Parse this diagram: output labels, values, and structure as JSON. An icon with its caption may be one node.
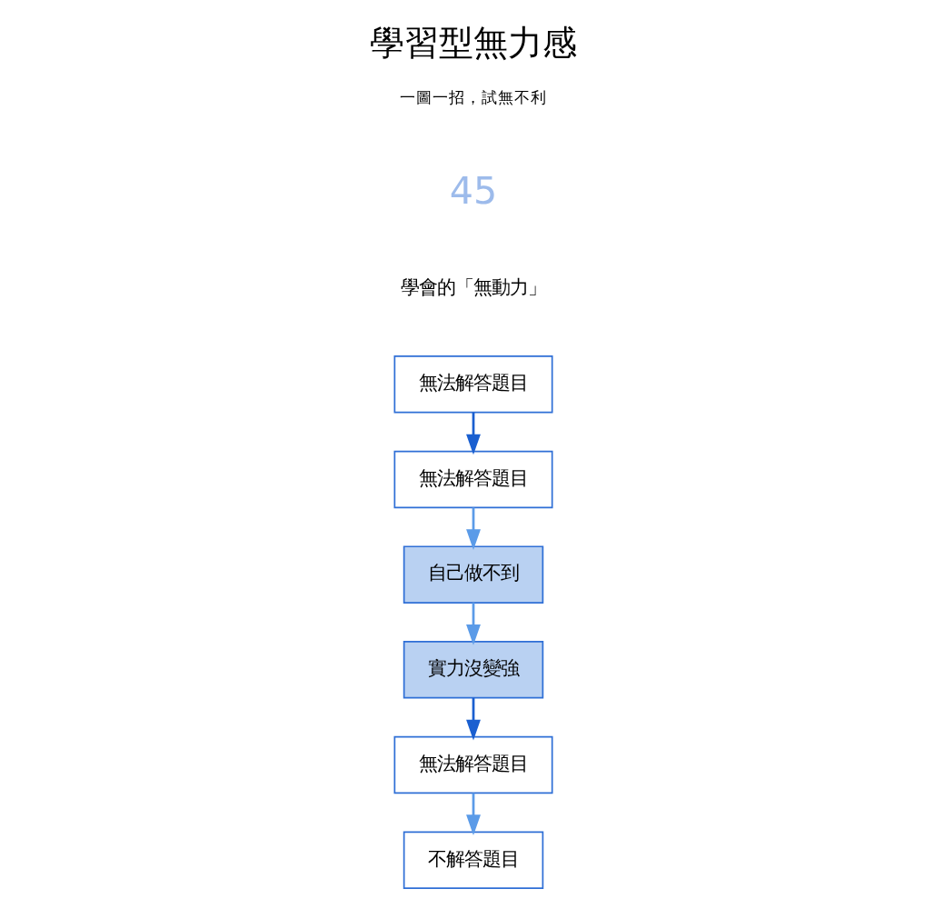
{
  "diagram": {
    "title": "學習型無力感",
    "nodes": [
      {
        "text": [
          "無法解答題目"
        ]
      },
      {
        "text": [
          "自己做不到"
        ]
      },
      {
        "text": [
          "無法解答題目"
        ]
      },
      {
        "text": [
          "實力沒變強"
        ]
      },
      {
        "text": [
          "無法解答題目"
        ]
      },
      {
        "text": [
          "不解答題目"
        ]
      }
    ],
    "edges": [
      {
        "from": 0,
        "to": 2,
        "arrow": "to",
        "color": "#1a5fd0"
      },
      {
        "from": 2,
        "to": 1,
        "arrow": "to"
      },
      {
        "from": 1,
        "to": 3,
        "arrow": "to"
      },
      {
        "from": 3,
        "to": 4,
        "arrow": "to",
        "color": "#1a5fd0"
      },
      {
        "from": 4,
        "to": 5,
        "arrow": "to"
      }
    ],
    "labels": [
      "一圖一招，試無不利",
      "45",
      "學會的「無動力」"
    ]
  }
}
